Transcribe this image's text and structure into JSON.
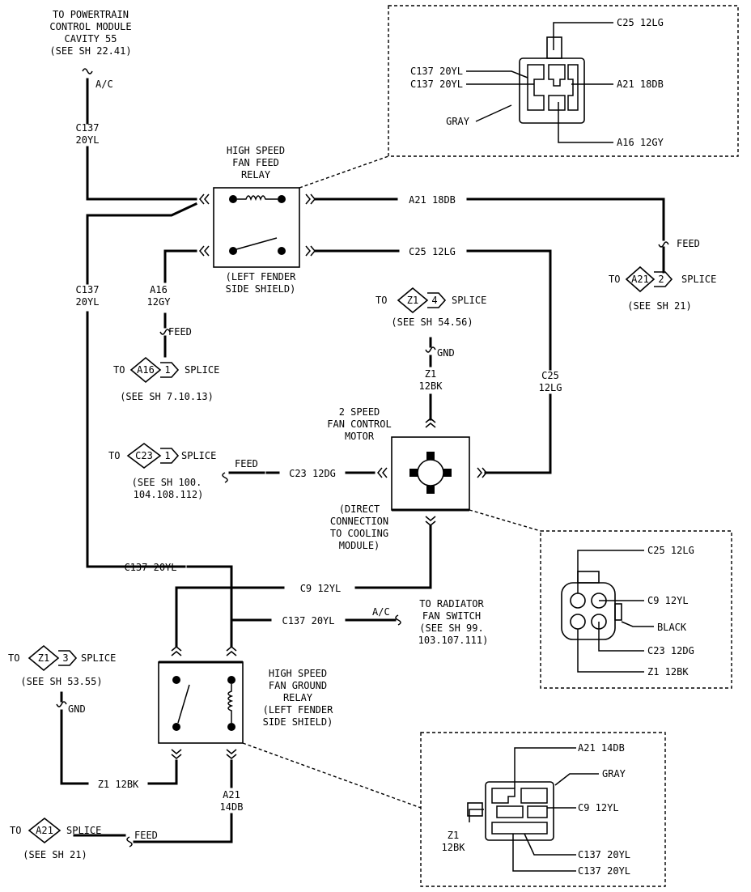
{
  "pcm": {
    "line1": "TO POWERTRAIN",
    "line2": "CONTROL MODULE",
    "line3": "CAVITY 55",
    "line4": "(SEE SH 22.41)",
    "ac": "A/C"
  },
  "wires": {
    "c137_top": "C137",
    "c137_top_b": "20YL",
    "c137_mid": "C137",
    "c137_mid_b": "20YL",
    "a21_top": "A21 18DB",
    "c25_mid": "C25 12LG",
    "a16_a": "A16",
    "a16_b": "12GY",
    "c25_right_a": "C25",
    "c25_right_b": "12LG",
    "z1_a": "Z1",
    "z1_b": "12BK",
    "c23": "C23 12DG",
    "c137_low": "C137 20YL",
    "c9": "C9 12YL",
    "c137_switch": "C137 20YL",
    "z1_low": "Z1 12BK",
    "a21_low_a": "A21",
    "a21_low_b": "14DB"
  },
  "relay_feed": {
    "line1": "HIGH SPEED",
    "line2": "FAN FEED",
    "line3": "RELAY",
    "loc1": "(LEFT FENDER",
    "loc2": "SIDE SHIELD)"
  },
  "relay_ground": {
    "line1": "HIGH SPEED",
    "line2": "FAN GROUND",
    "line3": "RELAY",
    "line4": "(LEFT FENDER",
    "line5": "SIDE SHIELD)"
  },
  "motor": {
    "line1": "2 SPEED",
    "line2": "FAN CONTROL",
    "line3": "MOTOR",
    "note1": "(DIRECT",
    "note2": "CONNECTION",
    "note3": "TO COOLING",
    "note4": "MODULE)"
  },
  "splices": {
    "a16": {
      "to": "TO",
      "code": "A16",
      "num": "1",
      "word": "SPLICE",
      "see": "(SEE SH 7.10.13)",
      "feed": "FEED"
    },
    "a21_top": {
      "to": "TO",
      "code": "A21",
      "num": "2",
      "word": "SPLICE",
      "see": "(SEE SH 21)",
      "feed": "FEED"
    },
    "z1_top": {
      "to": "TO",
      "code": "Z1",
      "num": "4",
      "word": "SPLICE",
      "see": "(SEE SH 54.56)",
      "gnd": "GND"
    },
    "c23": {
      "to": "TO",
      "code": "C23",
      "num": "1",
      "word": "SPLICE",
      "see1": "(SEE SH 100.",
      "see2": "104.108.112)",
      "feed": "FEED"
    },
    "z1_left": {
      "to": "TO",
      "code": "Z1",
      "num": "3",
      "word": "SPLICE",
      "see": "(SEE SH 53.55)",
      "gnd": "GND"
    },
    "a21_bottom": {
      "to": "TO",
      "code": "A21",
      "word": "SPLICE",
      "see": "(SEE SH 21)",
      "feed": "FEED"
    }
  },
  "radiator_switch": {
    "ac": "A/C",
    "line1": "TO RADIATOR",
    "line2": "FAN SWITCH",
    "line3": "(SEE SH 99.",
    "line4": "103.107.111)"
  },
  "conn_top": {
    "c25": "C25 12LG",
    "c137_a": "C137 20YL",
    "c137_b": "C137 20YL",
    "gray": "GRAY",
    "a21": "A21 18DB",
    "a16": "A16 12GY"
  },
  "conn_motor": {
    "c25": "C25 12LG",
    "c9": "C9 12YL",
    "black": "BLACK",
    "c23": "C23 12DG",
    "z1": "Z1 12BK"
  },
  "conn_bottom": {
    "a21": "A21 14DB",
    "gray": "GRAY",
    "c9": "C9 12YL",
    "z1_a": "Z1",
    "z1_b": "12BK",
    "c137_a": "C137 20YL",
    "c137_b": "C137 20YL"
  }
}
